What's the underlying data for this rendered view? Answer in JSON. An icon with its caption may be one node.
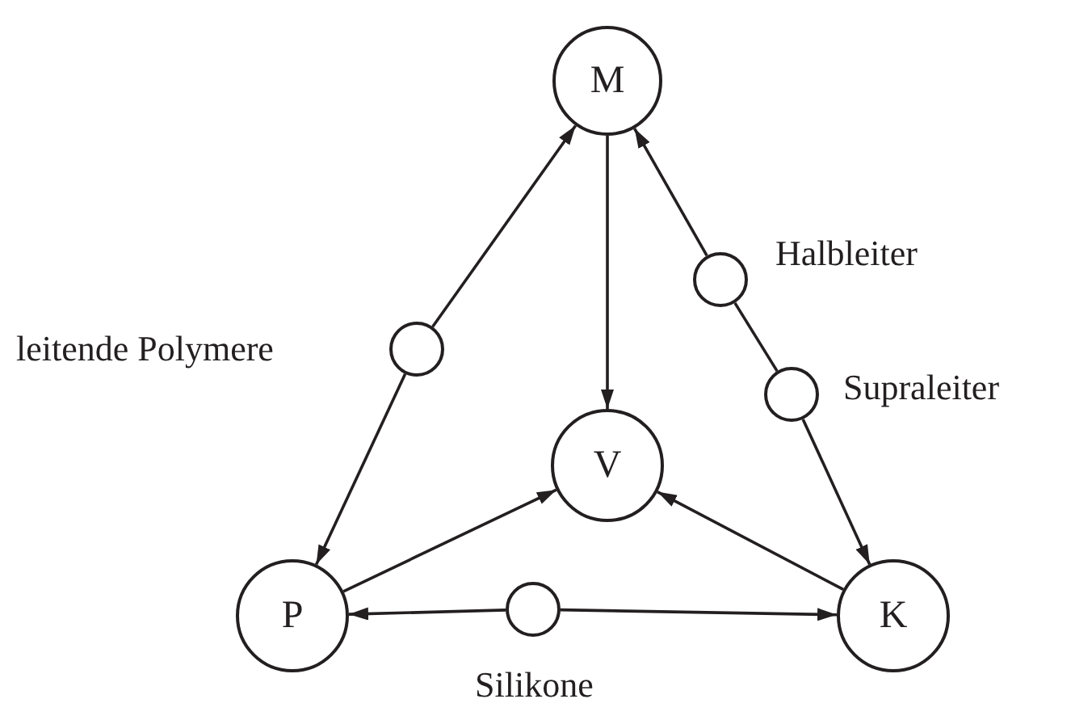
{
  "diagram": {
    "nodes": [
      {
        "text": [
          "M"
        ]
      },
      {
        "text": [],
        "shape": "circle",
        "beside": [
          "leitende Polymere"
        ]
      },
      {
        "text": [],
        "shape": "circle",
        "beside": [
          "Halbleiter"
        ]
      },
      {
        "text": [],
        "shape": "circle",
        "beside": [
          "Supraleiter"
        ]
      },
      {
        "text": [
          "V"
        ]
      },
      {
        "text": [
          "P"
        ]
      },
      {
        "text": [],
        "shape": "circle",
        "beside": [
          "Silikone"
        ]
      },
      {
        "text": [
          "K"
        ]
      }
    ],
    "edges": [
      {
        "from": 0,
        "to": 4,
        "arrow": "to"
      },
      {
        "from": 1,
        "to": 0,
        "arrow": "to"
      },
      {
        "from": 1,
        "to": 5,
        "arrow": "to"
      },
      {
        "from": 2,
        "to": 0,
        "arrow": "to"
      },
      {
        "from": 2,
        "to": 3,
        "arrow": "none"
      },
      {
        "from": 3,
        "to": 7,
        "arrow": "to"
      },
      {
        "from": 5,
        "to": 4,
        "arrow": "to"
      },
      {
        "from": 7,
        "to": 4,
        "arrow": "to"
      },
      {
        "from": 6,
        "to": 5,
        "arrow": "to"
      },
      {
        "from": 6,
        "to": 7,
        "arrow": "to"
      }
    ]
  }
}
